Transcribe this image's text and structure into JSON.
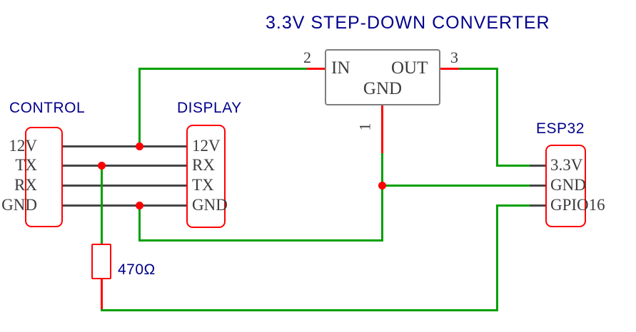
{
  "title": "3.3V STEP-DOWN CONVERTER",
  "colors": {
    "wire_green": "#00A000",
    "wire_red": "#FF0000",
    "wire_gray": "#454545",
    "part_outline_red": "#FF0000",
    "converter_outline_gray": "#7D7D7D",
    "label_blue": "#00008B",
    "pin_text": "#3C3C3C",
    "background": "#FFFFFF"
  },
  "control": {
    "label": "CONTROL",
    "pins": [
      "12V",
      "TX",
      "RX",
      "GND"
    ]
  },
  "display": {
    "label": "DISPLAY",
    "pins": [
      "12V",
      "RX",
      "TX",
      "GND"
    ]
  },
  "converter": {
    "pin_in": "IN",
    "pin_out": "OUT",
    "pin_gnd": "GND",
    "pin_number_in": "2",
    "pin_number_out": "3",
    "pin_number_gnd": "1"
  },
  "esp32": {
    "label": "ESP32",
    "pins": [
      "3.3V",
      "GND",
      "GPIO16"
    ]
  },
  "resistor": {
    "label": "470Ω"
  }
}
